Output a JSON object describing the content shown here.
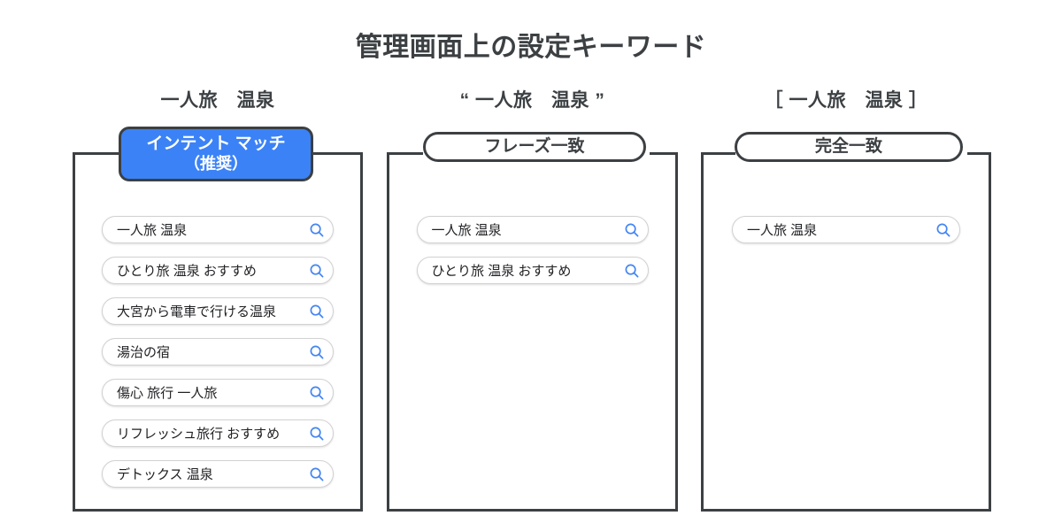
{
  "page": {
    "title": "管理画面上の設定キーワード",
    "background_color": "#ffffff",
    "text_color": "#3c4043",
    "accent_color": "#3b82f6",
    "icon_color": "#4285f4",
    "pill_border_color": "#d2d2d2",
    "frame_border_color": "#3c4043"
  },
  "columns": [
    {
      "caption": "一人旅　温泉",
      "badge": {
        "label_line1": "インテント マッチ",
        "label_line2": "（推奨）",
        "style": "primary",
        "background_color": "#3b82f6",
        "text_color": "#ffffff"
      },
      "queries": [
        {
          "text": "一人旅 温泉",
          "icon": "search-icon"
        },
        {
          "text": "ひとり旅 温泉 おすすめ",
          "icon": "search-icon"
        },
        {
          "text": "大宮から電車で行ける温泉",
          "icon": "search-icon"
        },
        {
          "text": "湯治の宿",
          "icon": "search-icon"
        },
        {
          "text": "傷心 旅行 一人旅",
          "icon": "search-icon"
        },
        {
          "text": "リフレッシュ旅行 おすすめ",
          "icon": "search-icon"
        },
        {
          "text": "デトックス 温泉",
          "icon": "search-icon"
        }
      ]
    },
    {
      "caption": "“ 一人旅　温泉 ”",
      "badge": {
        "label_line1": "フレーズ一致",
        "label_line2": "",
        "style": "outline",
        "background_color": "#ffffff",
        "text_color": "#3c4043"
      },
      "queries": [
        {
          "text": "一人旅 温泉",
          "icon": "search-icon"
        },
        {
          "text": "ひとり旅 温泉 おすすめ",
          "icon": "search-icon"
        }
      ]
    },
    {
      "caption": "［ 一人旅　温泉 ］",
      "badge": {
        "label_line1": "完全一致",
        "label_line2": "",
        "style": "outline",
        "background_color": "#ffffff",
        "text_color": "#3c4043"
      },
      "queries": [
        {
          "text": "一人旅 温泉",
          "icon": "search-icon"
        }
      ]
    }
  ]
}
